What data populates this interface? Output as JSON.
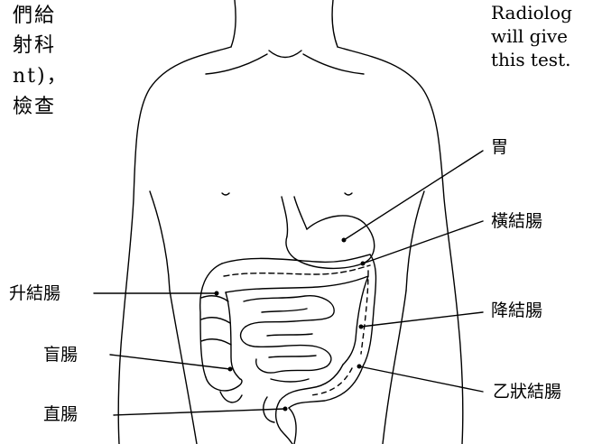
{
  "left_text": [
    "們給",
    "射科",
    "nt)，",
    "檢查"
  ],
  "right_text": [
    "Radiolog",
    "will give",
    "this test."
  ],
  "labels": {
    "stomach": "胃",
    "transverse_colon": "橫結腸",
    "ascending_colon": "升結腸",
    "descending_colon": "降結腸",
    "cecum": "盲腸",
    "sigmoid_colon": "乙狀結腸",
    "rectum": "直腸"
  },
  "colors": {
    "line": "#000000",
    "background": "#ffffff"
  }
}
